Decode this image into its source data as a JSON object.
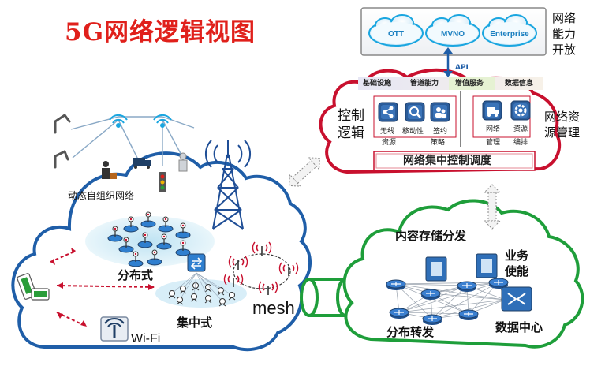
{
  "title": "5G网络逻辑视图",
  "open_layer": {
    "platforms": [
      "OTT",
      "MVNO",
      "Enterprise"
    ],
    "api_label": "API",
    "side_label": [
      "网络",
      "能力",
      "开放"
    ]
  },
  "control_cloud": {
    "categories": [
      "基础设施",
      "管道能力",
      "增值服务",
      "数据信息"
    ],
    "left_label": [
      "控制",
      "逻辑"
    ],
    "right_label": [
      "网络资",
      "源管理"
    ],
    "functions": [
      {
        "name": "无线",
        "icon": "share-icon"
      },
      {
        "name": "移动性",
        "icon": "magnifier-icon"
      },
      {
        "name": "签约",
        "icon": "users-icon"
      },
      {
        "name": "网络",
        "icon": "truck-icon"
      },
      {
        "name": "资源",
        "icon": "gear-icon"
      }
    ],
    "sub_labels": [
      "资源",
      "策略",
      "管理",
      "编排"
    ],
    "bar_label": "网络集中控制调度"
  },
  "access_cloud": {
    "dynamic_label": "动态自组织网络",
    "distributed_label": "分布式",
    "centralized_label": "集中式",
    "mesh_label": "mesh",
    "wifi_label": "Wi-Fi"
  },
  "core_cloud": {
    "content_label": "内容存储分发",
    "service_label": [
      "业务",
      "使能"
    ],
    "forwarding_label": "分布转发",
    "datacenter_label": "数据中心"
  },
  "colors": {
    "title": "#e0201b",
    "access_cloud": "#1f5ea8",
    "control_cloud": "#c8102e",
    "core_cloud": "#1e9e3a",
    "cyan": "#1aa6e0"
  }
}
